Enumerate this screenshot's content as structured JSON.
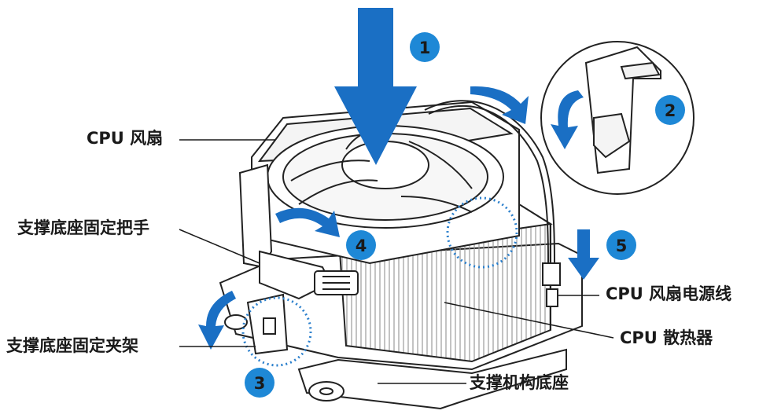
{
  "labels": {
    "cpu_fan": "CPU 风扇",
    "retention_lever": "支撑底座固定把手",
    "retention_bracket": "支撑底座固定夹架",
    "fan_power_cable": "CPU 风扇电源线",
    "heatsink": "CPU 散热器",
    "retention_base": "支撑机构底座"
  },
  "steps": [
    "1",
    "2",
    "3",
    "4",
    "5"
  ],
  "colors": {
    "step_circle": "#1e88d6",
    "arrow": "#1a6fc4",
    "ink": "#1a1a1a",
    "callout_circle": "#2a7fcc"
  }
}
